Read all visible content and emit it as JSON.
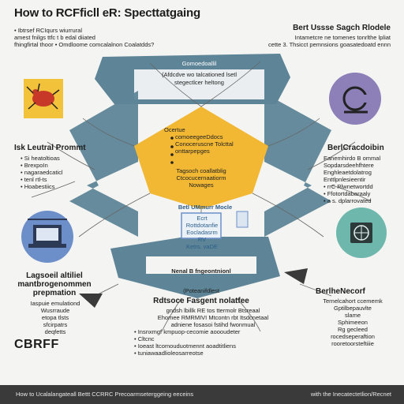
{
  "title": "How to RCFficll eR: Specttatgaing",
  "top_left_bullets": [
    "• Ibtrsef RCIqurs wiurrural",
    "amest fnilgs ttfc t b edal diiated",
    "fhingfirtal thoor • Omdloome comcalalnon Coalatdds?"
  ],
  "top_center": {
    "line1": "Gomoedoallil",
    "line2": "(Afdcdve wo talcationed lsetl",
    "line3": "stegectlcer heltong"
  },
  "top_right": {
    "heading": "Bert Ussse Sagch Rlodele",
    "lines": [
      "Intametcre ne tomenes tonrlthe lpliat",
      "cette 3. Thsicct pemnsions goasatedoatd ennn"
    ]
  },
  "left_section": {
    "heading": "Isk Leutral Prommt",
    "items": [
      "Si heatoltioas",
      "BrexpoIn",
      "nagaraedcaticl",
      "tenl rtl-ts",
      "Hoabestiics"
    ]
  },
  "left_lower": {
    "heading": "Lagsoeil altiliel",
    "heading2": "mantbrogenommen",
    "heading3": "prepmation",
    "lines": [
      "Iaspuie emulationd",
      "Wusrraude",
      "etopa tlsts",
      "sfcirpatrs",
      "deqfetts"
    ]
  },
  "yellow_list": [
    "Ocertue",
    "comoeegeeDdocs",
    "Conoceruscne Tolcttal",
    "onttarpepges"
  ],
  "yellow_lower": [
    "Tagsoch coallatblig",
    "Ctcocucernaatiorm",
    "Nowages"
  ],
  "center_box": {
    "title": "Betl UMmurr Mocle",
    "sub": "Ecrt",
    "l1": "Rottdotanfie",
    "l2": "Eocladasrm RV",
    "l3": "Ketrs. vaDE"
  },
  "arrow_label": "Nenal B fngeontnionl",
  "center_lower": "(Poteanifdlest",
  "right_section": {
    "heading": "BerlCracdoibin",
    "lines": [
      "Eanemhirdo B ommal",
      "Sopdarsdeehfhtere",
      "Enghleaetdolatrog",
      "Enttlpnlesieentir",
      "• rrC Rlwnetwortdd",
      "• Ffotortdabaraaly",
      "• a s. dplarrovated"
    ]
  },
  "right_lower": {
    "heading": "BerlheNecorf",
    "lines": [
      "Ternelcahort ccememk",
      "Gptilbepauvlte",
      "slame",
      "Sphimeeon",
      "Rg gecleed",
      "rocedseperaftion",
      "rooretoorsteftiiie"
    ]
  },
  "bottom_center": {
    "heading": "Rdtsoce Fasgent nolatfee",
    "lines": [
      "gndsh lbillk RE tos ttermolr Btsreaal",
      "Ehomee RMRMIVI Mtcontn rbt Itsdcnetaal",
      "adniene fosasoi fstihd fwonmual",
      "• Insnxmgf kmpuop-cecomie aoooudeter",
      "• Cltcnc",
      "• Ioeast ltcomouduotmennt aoadtitliens",
      "• tuniawaadlioleosarreotse"
    ]
  },
  "logo": "CBRFF",
  "footer_left": "How to Ucalalangateall Bettt CCRRC Precoarmseterggeing eeceins",
  "footer_right": "with the Inecatectetlion/Recnet",
  "colors": {
    "yellow": "#f2b833",
    "slate": "#5d8597",
    "purple": "#8d7fb7",
    "teal": "#6db7ac",
    "blue": "#6c8fc9",
    "footer": "#3a3a3a"
  },
  "icons": [
    "bug-icon",
    "at-symbol-icon",
    "laptop-icon",
    "globe-icon",
    "monitor-icon"
  ]
}
